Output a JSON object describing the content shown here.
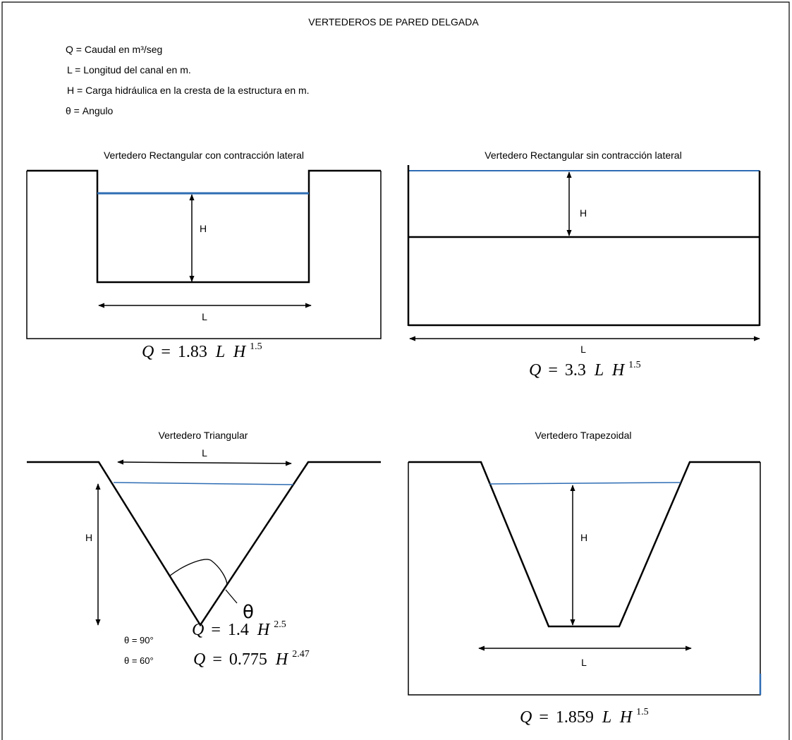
{
  "title": "VERTEDEROS DE PARED DELGADA",
  "legend": {
    "q": "Q = Caudal en m³/seg",
    "l": "L = Longitud del canal en m.",
    "h": "H = Carga hidráulica en la cresta de la estructura en m.",
    "theta": "θ = Angulo"
  },
  "diagrams": {
    "rect_contracted": {
      "title": "Vertedero Rectangular con contracción lateral",
      "h_label": "H",
      "l_label": "L",
      "formula": {
        "lhs": "Q",
        "eq": "=",
        "coef": "1.83",
        "l": "L",
        "h": "H",
        "exp": "1.5"
      }
    },
    "rect_no_contraction": {
      "title": "Vertedero Rectangular sin contracción lateral",
      "h_label": "H",
      "l_label": "L",
      "formula": {
        "lhs": "Q",
        "eq": "=",
        "coef": "3.3",
        "l": "L",
        "h": "H",
        "exp": "1.5"
      }
    },
    "triangular": {
      "title": "Vertedero Triangular",
      "h_label": "H",
      "l_label": "L",
      "angle_symbol": "θ",
      "cases": [
        {
          "angle": "θ = 90°",
          "lhs": "Q",
          "eq": "=",
          "coef": "1.4",
          "h": "H",
          "exp": "2.5"
        },
        {
          "angle": "θ = 60°",
          "lhs": "Q",
          "eq": "=",
          "coef": "0.775",
          "h": "H",
          "exp": "2.47"
        }
      ]
    },
    "trapezoidal": {
      "title": "Vertedero Trapezoidal",
      "h_label": "H",
      "l_label": "L",
      "formula": {
        "lhs": "Q",
        "eq": "=",
        "coef": "1.859",
        "l": "L",
        "h": "H",
        "exp": "1.5"
      }
    }
  },
  "colors": {
    "line": "#000000",
    "water": "#2e6db4"
  }
}
